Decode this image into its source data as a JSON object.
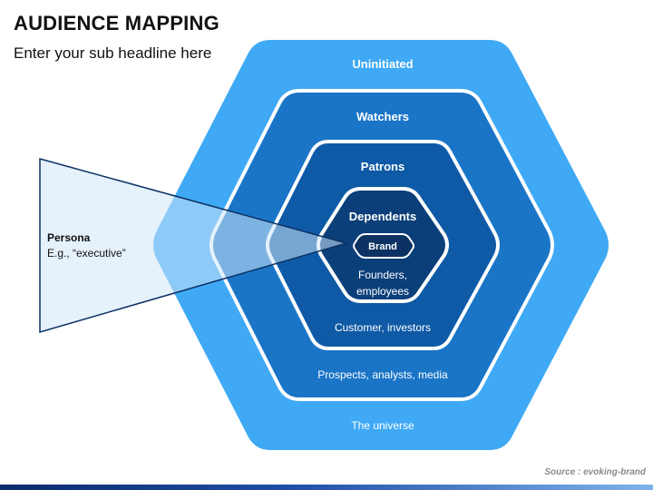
{
  "title": "AUDIENCE MAPPING",
  "subtitle": "Enter your sub headline here",
  "layers": [
    {
      "name": "Uninitiated",
      "description": "The universe",
      "color": "#3fa9f5"
    },
    {
      "name": "Watchers",
      "description": "Prospects, analysts, media",
      "color": "#1a75c7"
    },
    {
      "name": "Patrons",
      "description": "Customer, investors",
      "color": "#0f5aa6"
    },
    {
      "name": "Dependents",
      "description_line1": "Founders,",
      "description_line2": "employees",
      "color": "#0b3f7a"
    }
  ],
  "core": {
    "label": "Brand",
    "color": "#0b3263"
  },
  "persona": {
    "title": "Persona",
    "example": "E.g., “executive”",
    "fill": "#cfe6f8"
  },
  "source": "Source : evoking-brand"
}
